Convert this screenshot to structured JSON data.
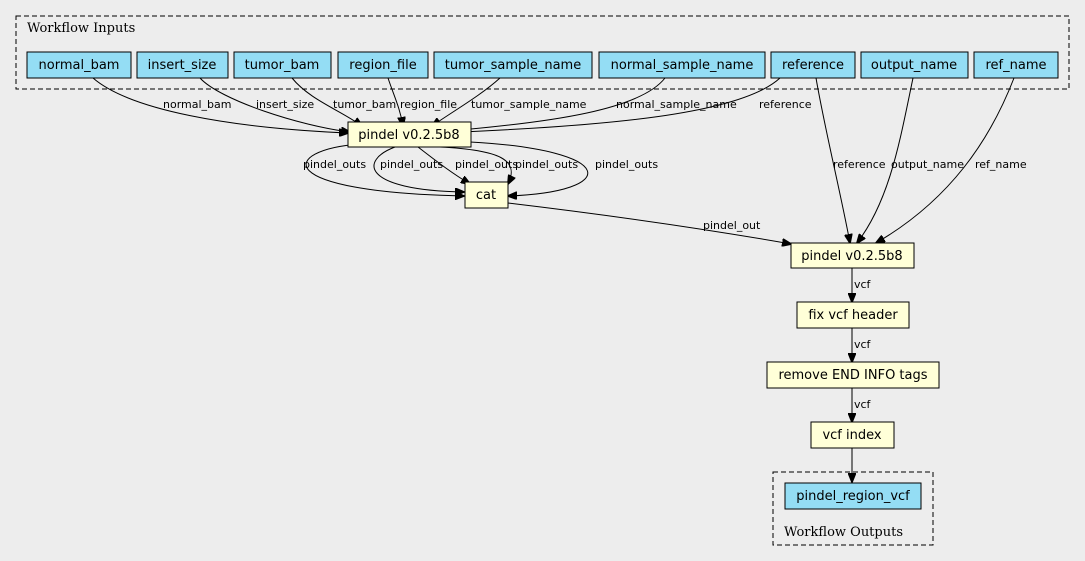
{
  "clusters": {
    "inputs_label": "Workflow Inputs",
    "outputs_label": "Workflow Outputs"
  },
  "inputs": [
    "normal_bam",
    "insert_size",
    "tumor_bam",
    "region_file",
    "tumor_sample_name",
    "normal_sample_name",
    "reference",
    "output_name",
    "ref_name"
  ],
  "steps": {
    "pindel1": "pindel v0.2.5b8",
    "cat": "cat",
    "pindel2": "pindel v0.2.5b8",
    "fix": "fix vcf header",
    "remove": "remove END INFO tags",
    "index": "vcf index"
  },
  "outputs": [
    "pindel_region_vcf"
  ],
  "edge_labels": {
    "normal_bam": "normal_bam",
    "insert_size": "insert_size",
    "tumor_bam": "tumor_bam",
    "region_file": "region_file",
    "tumor_sample_name": "tumor_sample_name",
    "normal_sample_name": "normal_sample_name",
    "reference_to_pindel1": "reference",
    "pindel_outs_1": "pindel_outs",
    "pindel_outs_2": "pindel_outs",
    "pindel_outs_3": "pindel_outs",
    "pindel_outs_4": "pindel_outs",
    "pindel_outs_5": "pindel_outs",
    "pindel_out": "pindel_out",
    "reference_to_pindel2": "reference",
    "output_name": "output_name",
    "ref_name": "ref_name",
    "vcf_1": "vcf",
    "vcf_2": "vcf",
    "vcf_3": "vcf"
  }
}
